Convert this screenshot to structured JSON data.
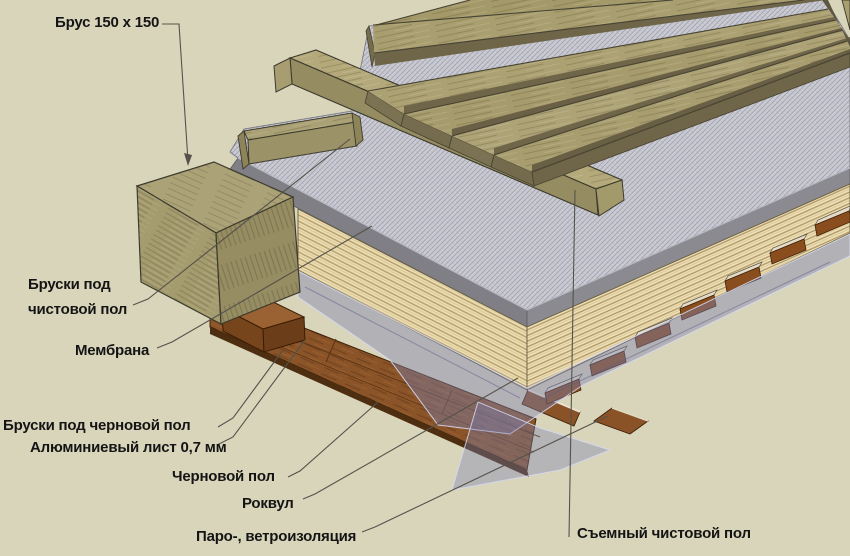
{
  "diagram": {
    "title_semantic": "Схема конструкции пола",
    "labels": {
      "beam": "Брус 150 х 150",
      "battens_finish_floor": "Бруски под чистовой пол",
      "membrane": "Мембрана",
      "battens_subfloor": "Бруски под черновой пол",
      "aluminum_sheet": "Алюминиевый лист 0,7 мм",
      "subfloor": "Черновой пол",
      "rockwool": "Роквул",
      "vapor_wind_insulation": "Паро-, ветроизоляция",
      "removable_finish_floor": "Съемный чистовой пол"
    },
    "materials": {
      "background": "#d9d5bb",
      "wood_plank": "#a89e70",
      "wood_plank_side": "#6f6549",
      "wood_beam": "#aba277",
      "membrane_gray": "#cbccd3",
      "membrane_edge": "#84848a",
      "rockwool_cream": "#ecddb0",
      "rockwool_stripe": "#b19c6e",
      "film_blue": "#7c81b0",
      "subfloor_brown": "#8a5428",
      "batten_dark_brown": "#77451c",
      "leader_line": "#55524a",
      "label_text": "#141414"
    }
  }
}
